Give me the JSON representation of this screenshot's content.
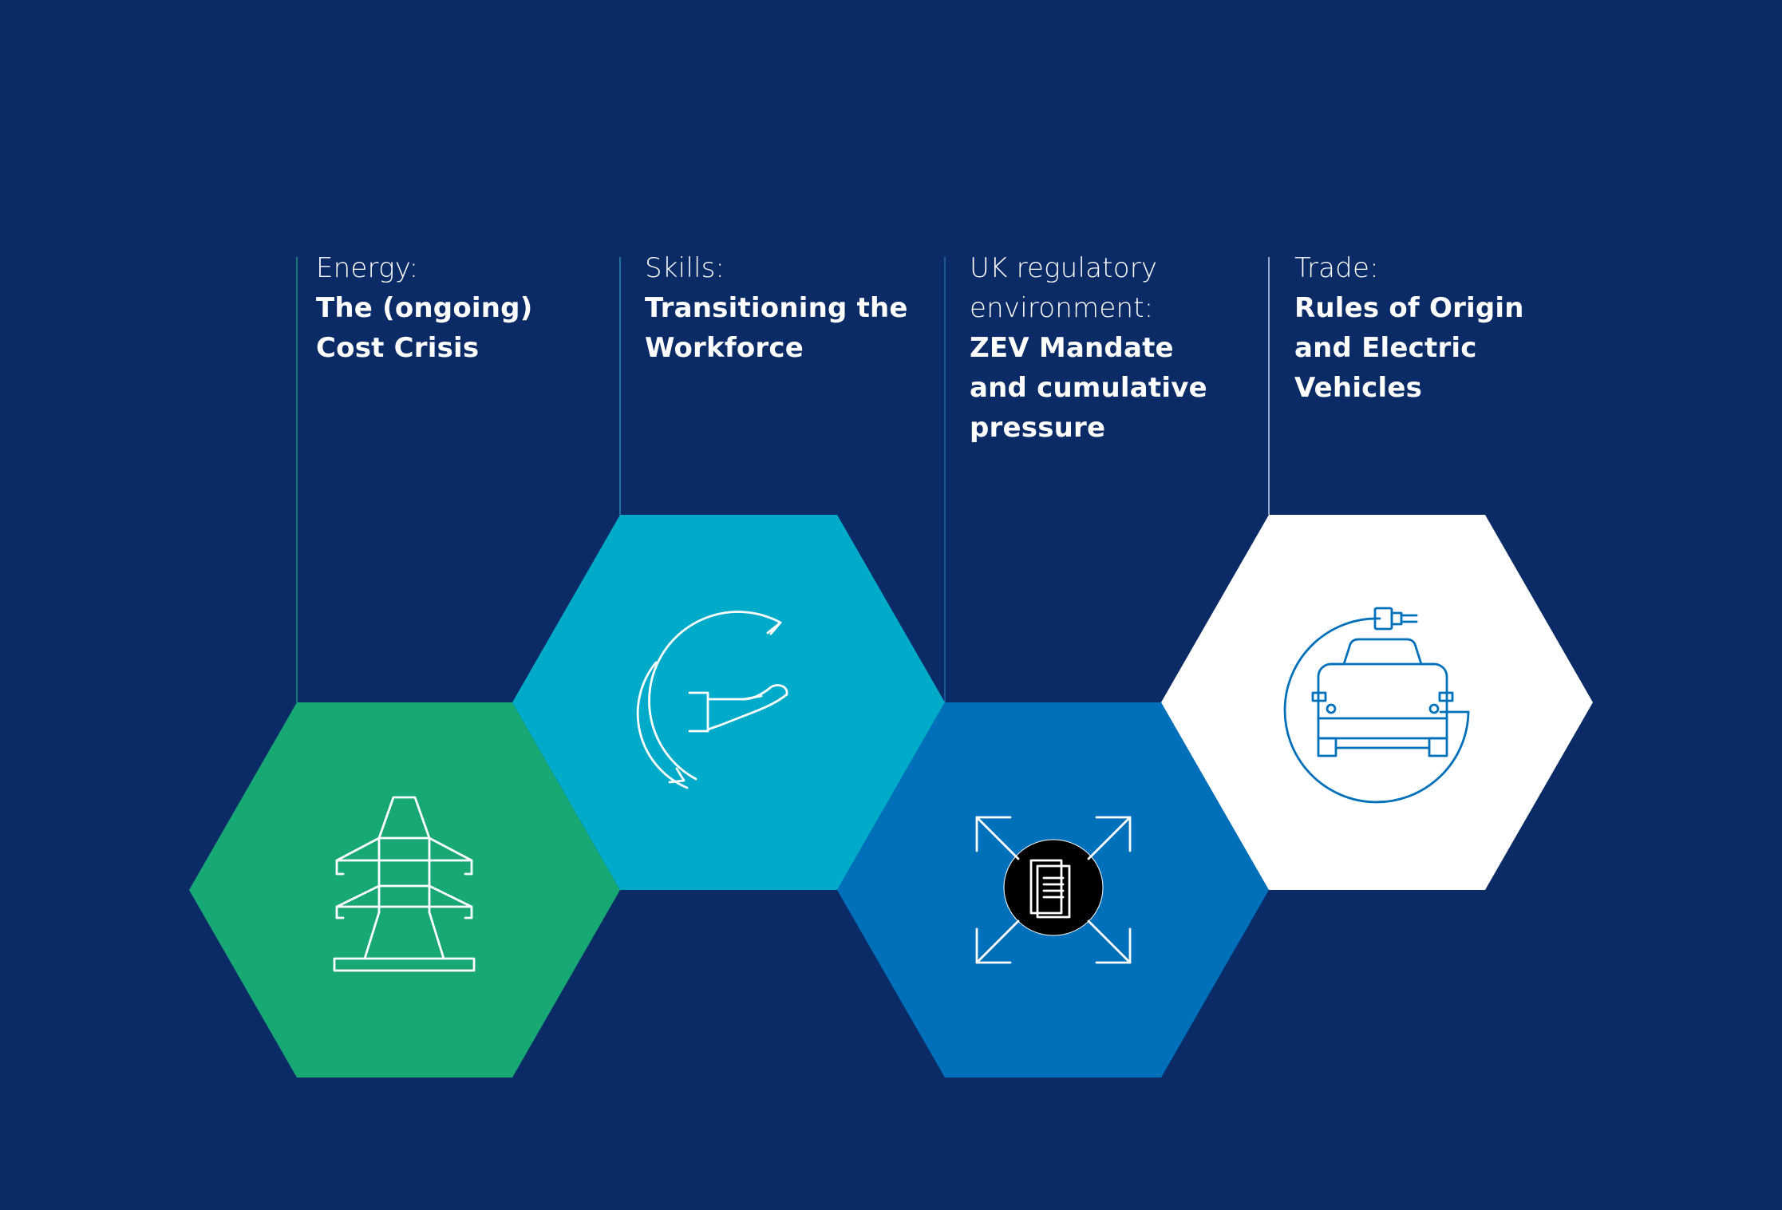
{
  "colors": {
    "background": "#0b2b66",
    "energy": "#18a874",
    "skills": "#00aac9",
    "regulatory": "#0070bb",
    "trade": "#ffffff",
    "trade_icon": "#0070bb",
    "line": "#3a6fa8"
  },
  "items": [
    {
      "category": "Energy:",
      "title": "The (ongoing)\nCost Crisis",
      "icon": "pylon-icon"
    },
    {
      "category": "Skills:",
      "title": "Transitioning the\nWorkforce",
      "icon": "hand-cycle-icon"
    },
    {
      "category": "UK regulatory\nenvironment:",
      "title": "ZEV Mandate\nand cumulative\npressure",
      "icon": "document-pressure-icon"
    },
    {
      "category": "Trade:",
      "title": "Rules of Origin\nand Electric\nVehicles",
      "icon": "electric-car-icon"
    }
  ]
}
